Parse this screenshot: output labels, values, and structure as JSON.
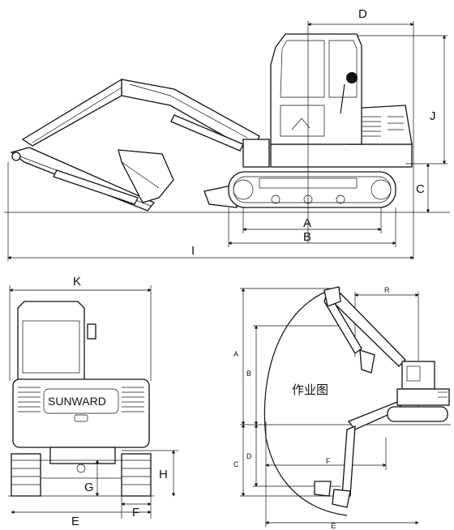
{
  "side_view": {
    "dimensions": {
      "a": "A",
      "b": "B",
      "c": "C",
      "d": "D",
      "i": "I",
      "j": "J"
    }
  },
  "front_view": {
    "brand": "SUNWARD",
    "dimensions": {
      "k": "K",
      "e": "E",
      "f": "F",
      "g": "G",
      "h": "H"
    }
  },
  "working_range": {
    "title": "作业图",
    "dimensions": {
      "r": "R",
      "a": "A",
      "b": "B",
      "c": "C",
      "d": "D",
      "e": "E",
      "f": "F"
    }
  }
}
